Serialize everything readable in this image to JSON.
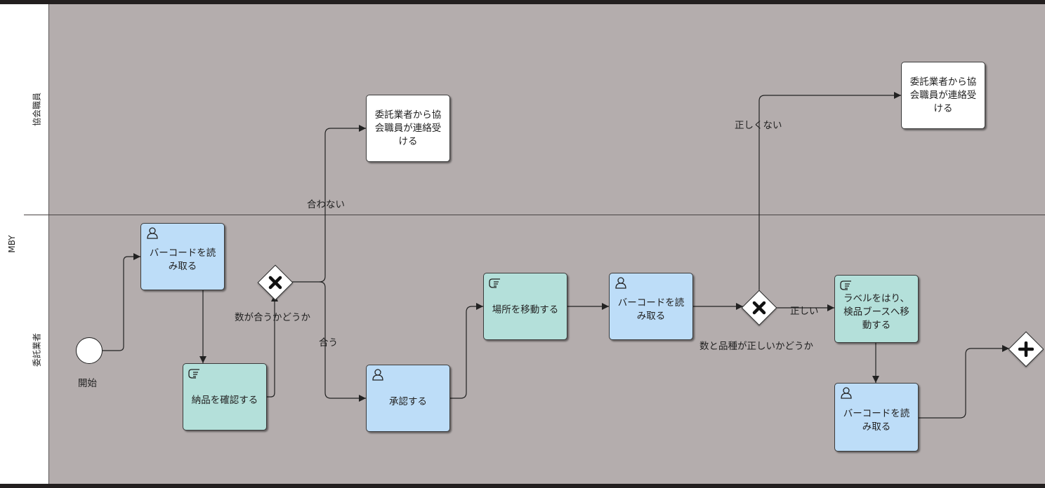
{
  "pool": {
    "label": "MBY"
  },
  "lanes": {
    "top": {
      "label": "協会職員"
    },
    "bottom": {
      "label": "委託業者"
    }
  },
  "start_event": {
    "label": "開始"
  },
  "tasks": {
    "scan1": {
      "label": "バーコードを読み取る",
      "type": "user"
    },
    "confirm": {
      "label": "納品を確認する",
      "type": "manual"
    },
    "notify1": {
      "label": "委託業者から協会職員が連絡受ける",
      "type": "none"
    },
    "approve": {
      "label": "承認する",
      "type": "user"
    },
    "move": {
      "label": "場所を移動する",
      "type": "manual"
    },
    "scan2": {
      "label": "バーコードを読み取る",
      "type": "user"
    },
    "notify2": {
      "label": "委託業者から協会職員が連絡受ける",
      "type": "none"
    },
    "label_move": {
      "label": "ラベルをはり、検品ブースへ移動する",
      "type": "manual"
    },
    "scan3": {
      "label": "バーコードを読み取る",
      "type": "user"
    }
  },
  "gateways": {
    "g1": {
      "label": "数が合うかどうか",
      "type": "exclusive"
    },
    "g2": {
      "label": "数と品種が正しいかどうか",
      "type": "exclusive"
    },
    "g3": {
      "type": "parallel"
    }
  },
  "flow_labels": {
    "mismatch": "合わない",
    "match": "合う",
    "incorrect": "正しくない",
    "correct": "正しい"
  }
}
